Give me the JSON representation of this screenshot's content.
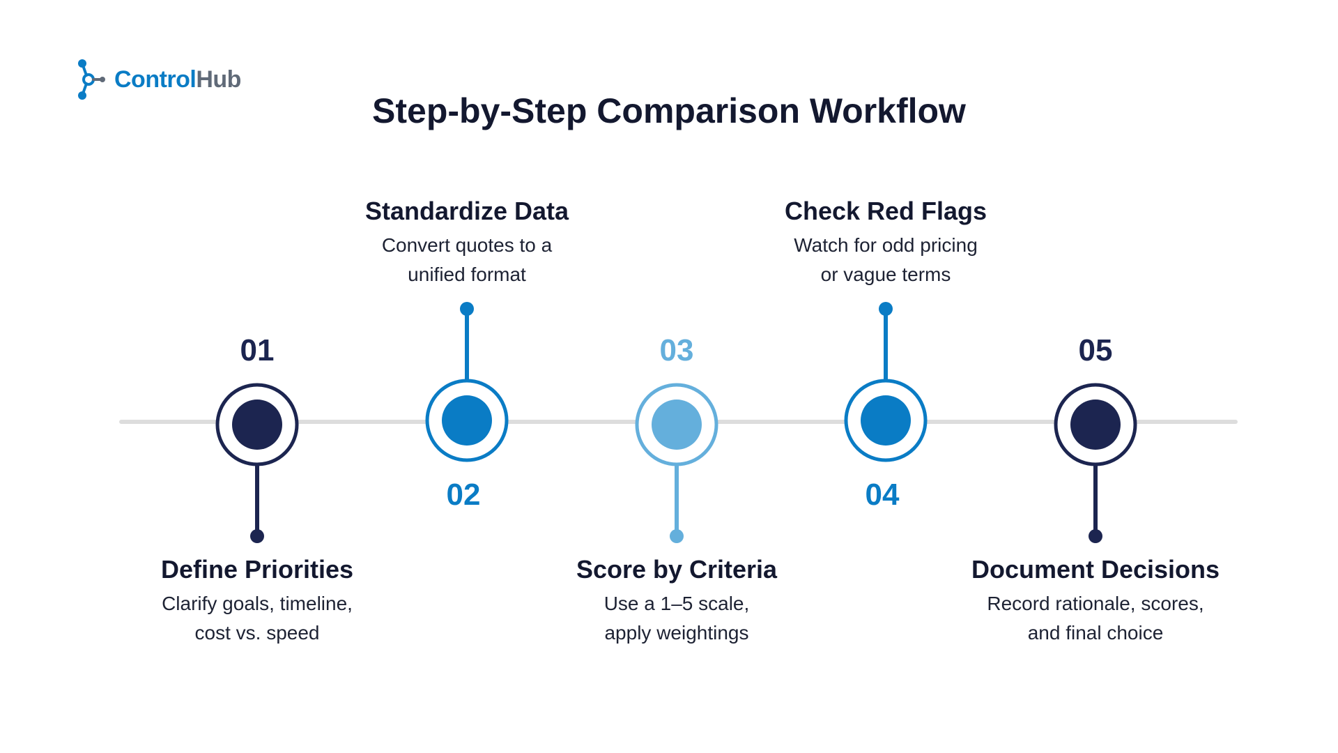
{
  "brand": {
    "name_part1": "Control",
    "name_part2": "Hub"
  },
  "title": "Step-by-Step Comparison Workflow",
  "colors": {
    "navy": "#1c2550",
    "blue": "#0a7cc5",
    "light_blue": "#64afdc",
    "track": "#dddddd",
    "text": "#13182f"
  },
  "steps": [
    {
      "number": "01",
      "title": "Define Priorities",
      "desc_line1": "Clarify goals, timeline,",
      "desc_line2": "cost vs. speed",
      "color": "#1c2550",
      "label_side": "bottom"
    },
    {
      "number": "02",
      "title": "Standardize Data",
      "desc_line1": "Convert quotes to a",
      "desc_line2": "unified format",
      "color": "#0a7cc5",
      "label_side": "top"
    },
    {
      "number": "03",
      "title": "Score by Criteria",
      "desc_line1": "Use a 1–5 scale,",
      "desc_line2": "apply weightings",
      "color": "#64afdc",
      "label_side": "bottom"
    },
    {
      "number": "04",
      "title": "Check Red Flags",
      "desc_line1": "Watch for odd pricing",
      "desc_line2": "or vague terms",
      "color": "#0a7cc5",
      "label_side": "top"
    },
    {
      "number": "05",
      "title": "Document Decisions",
      "desc_line1": "Record rationale, scores,",
      "desc_line2": "and final choice",
      "color": "#1c2550",
      "label_side": "bottom"
    }
  ]
}
